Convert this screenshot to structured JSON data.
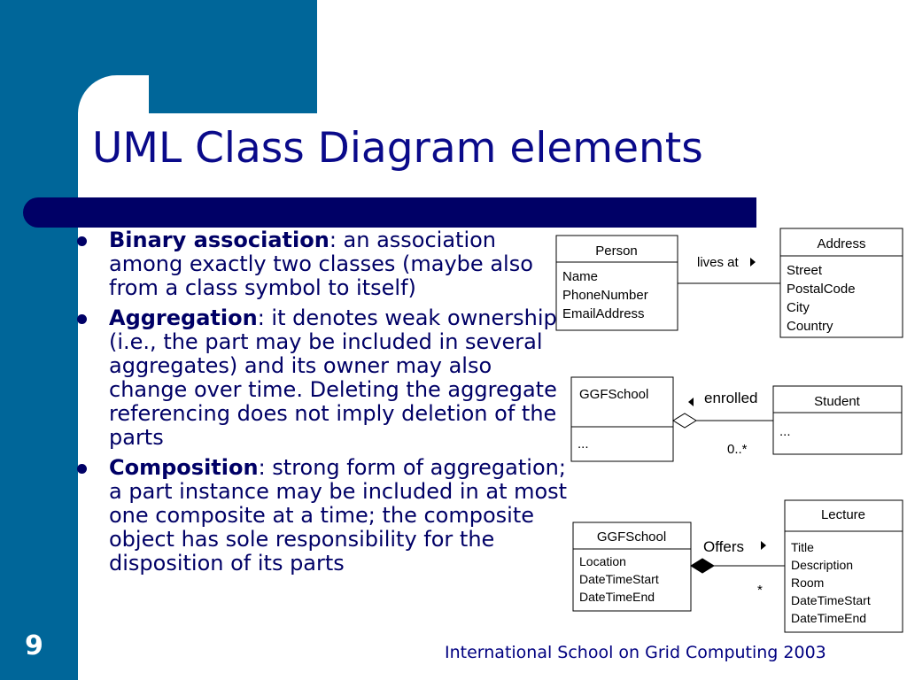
{
  "slide": {
    "title": "UML Class Diagram elements",
    "page_number": "9",
    "footer": "International School on Grid Computing 2003"
  },
  "bullets": [
    {
      "term": "Binary association",
      "text": ": an association among exactly two classes (maybe also from a class symbol to itself)"
    },
    {
      "term": "Aggregation",
      "text": ": it denotes weak ownership (i.e., the part may be included in several aggregates) and its owner may also change over time. Deleting the aggregate referencing does not imply deletion of the parts"
    },
    {
      "term": "Composition",
      "text": ": strong form of aggregation; a part instance may be included in at most one composite at a time; the composite object has sole responsibility for the disposition of its parts"
    }
  ],
  "diagrams": {
    "association": {
      "class_a": {
        "name": "Person",
        "attributes": [
          "Name",
          "PhoneNumber",
          "EmailAddress"
        ]
      },
      "class_b": {
        "name": "Address",
        "attributes": [
          "Street",
          "PostalCode",
          "City",
          "Country"
        ]
      },
      "label": "lives at"
    },
    "aggregation": {
      "whole": {
        "name": "GGFSchool",
        "attributes": [
          "..."
        ]
      },
      "part": {
        "name": "Student",
        "attributes": [
          "..."
        ]
      },
      "label": "enrolled",
      "multiplicity": "0..*"
    },
    "composition": {
      "whole": {
        "name": "GGFSchool",
        "attributes": [
          "Location",
          "DateTimeStart",
          "DateTimeEnd"
        ]
      },
      "part": {
        "name": "Lecture",
        "attributes": [
          "Title",
          "Description",
          "Room",
          "DateTimeStart",
          "DateTimeEnd"
        ]
      },
      "label": "Offers",
      "multiplicity": "*"
    }
  }
}
